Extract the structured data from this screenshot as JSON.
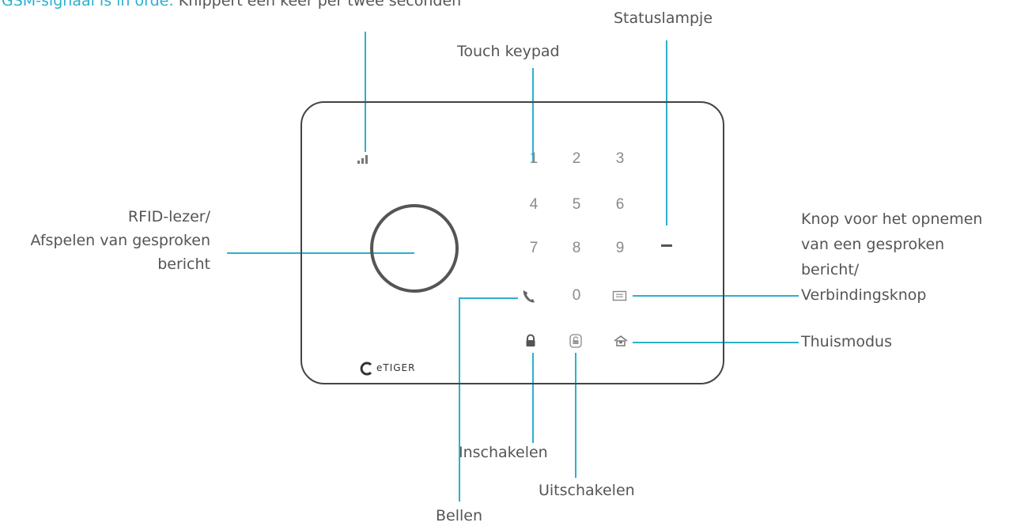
{
  "colors": {
    "accent": "#2cb0cd",
    "text": "#555555",
    "device_outline": "#444444",
    "key_text": "#8a8a8a"
  },
  "labels": {
    "gsm_highlight": "GSM-signaal is in orde:",
    "gsm_rest": " Knippert een keer per twee seconden",
    "status_lamp": "Statuslampje",
    "touch_keypad": "Touch keypad",
    "rfid_line1": "RFID-lezer/",
    "rfid_line2": "Afspelen van gesproken",
    "rfid_line3": "bericht",
    "record_line1": "Knop voor het opnemen",
    "record_line2": "van een gesproken",
    "record_line3": "bericht/",
    "record_line4": "Verbindingsknop",
    "home_mode": "Thuismodus",
    "arm": "Inschakelen",
    "disarm": "Uitschakelen",
    "call": "Bellen"
  },
  "device": {
    "keys": [
      "1",
      "2",
      "3",
      "4",
      "5",
      "6",
      "7",
      "8",
      "9",
      "0"
    ],
    "brand": "eTIGER",
    "icons": [
      "signal-icon",
      "phone-icon",
      "message-icon",
      "lock-icon",
      "unlock-icon",
      "home-icon",
      "rfid-reader-ring"
    ]
  }
}
